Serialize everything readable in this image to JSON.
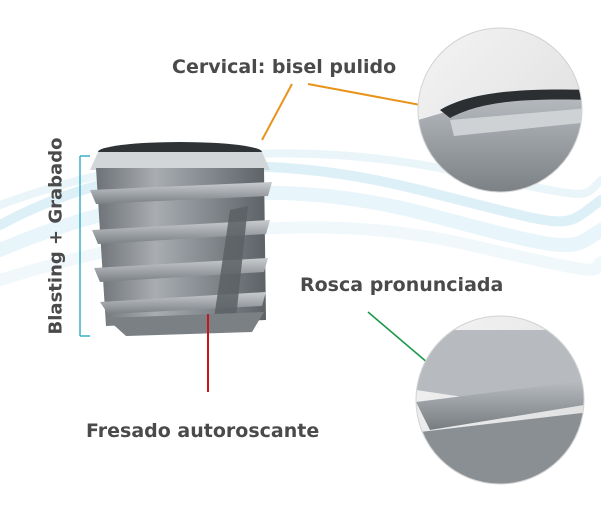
{
  "labels": {
    "cervical": "Cervical: bisel pulido",
    "rosca": "Rosca pronunciada",
    "fresado": "Fresado autoroscante",
    "superficie": "Blasting + Grabado"
  },
  "colors": {
    "cervical_line": "#e8931a",
    "rosca_line": "#1a9a4a",
    "fresado_line": "#c4161c",
    "bracket": "#46b4c8",
    "label_text": "#4a4a4a"
  }
}
